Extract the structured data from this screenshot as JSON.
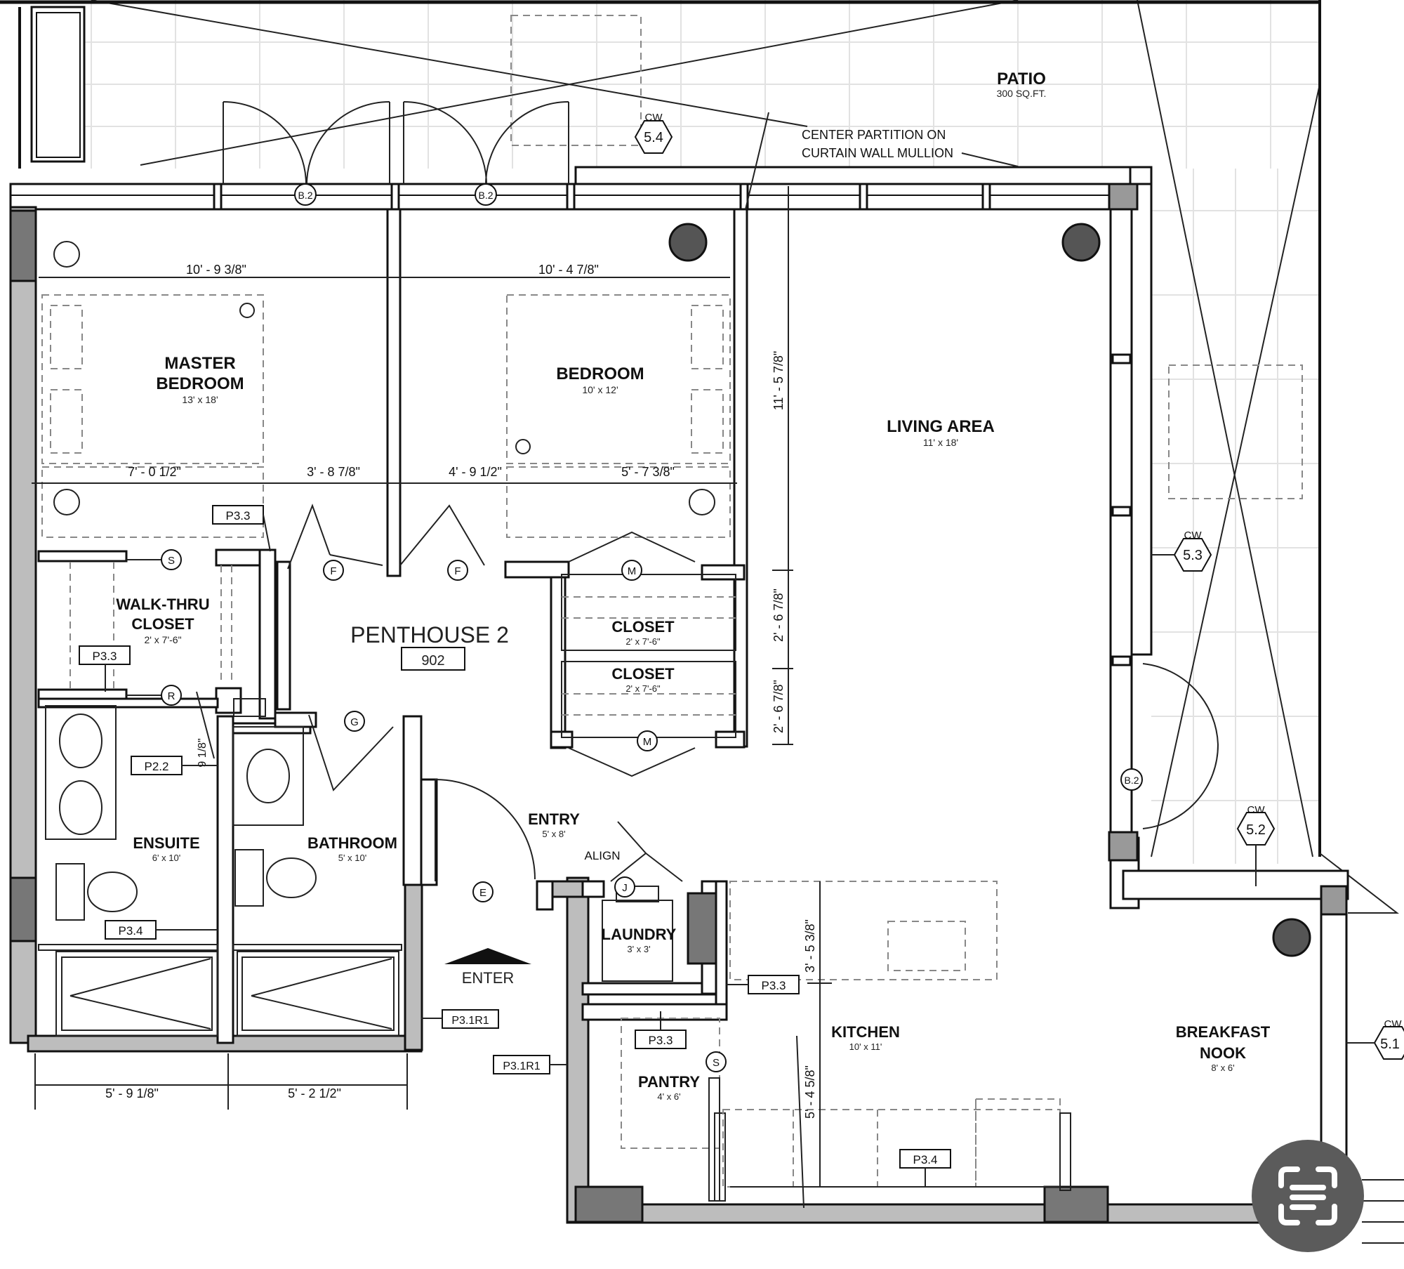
{
  "rooms": {
    "patio": {
      "name": "PATIO",
      "area": "300 SQ.FT."
    },
    "master_bedroom": {
      "name1": "MASTER",
      "name2": "BEDROOM",
      "size": "13' x 18'"
    },
    "bedroom": {
      "name": "BEDROOM",
      "size": "10' x 12'"
    },
    "living_area": {
      "name": "LIVING AREA",
      "size": "11' x 18'"
    },
    "walk_thru_closet": {
      "name1": "WALK-THRU",
      "name2": "CLOSET",
      "size": "2' x 7'-6\""
    },
    "penthouse": {
      "name": "PENTHOUSE 2",
      "number": "902"
    },
    "closet_upper": {
      "name": "CLOSET",
      "size": "2' x 7'-6\""
    },
    "closet_lower": {
      "name": "CLOSET",
      "size": "2' x 7'-6\""
    },
    "ensuite": {
      "name": "ENSUITE",
      "size": "6' x 10'"
    },
    "bathroom": {
      "name": "BATHROOM",
      "size": "5' x 10'"
    },
    "entry": {
      "name": "ENTRY",
      "size": "5' x 8'"
    },
    "laundry": {
      "name": "LAUNDRY",
      "size": "3' x 3'"
    },
    "kitchen": {
      "name": "KITCHEN",
      "size": "10' x 11'"
    },
    "pantry": {
      "name": "PANTRY",
      "size": "4' x 6'"
    },
    "breakfast_nook": {
      "name1": "BREAKFAST",
      "name2": "NOOK",
      "size": "8' x 6'"
    }
  },
  "dimensions": {
    "master_width": "10' - 9 3/8\"",
    "bedroom_width": "10' - 4 7/8\"",
    "d_7_0": "7' - 0 1/2\"",
    "d_3_8": "3' - 8 7/8\"",
    "d_4_9": "4' - 9 1/2\"",
    "d_5_7": "5' - 7 3/8\"",
    "d_11_5": "11' - 5 7/8\"",
    "d_2_6a": "2' - 6 7/8\"",
    "d_2_6b": "2' - 6 7/8\"",
    "d_9_1": "9 1/8\"",
    "d_5_9": "5' - 9 1/8\"",
    "d_5_2": "5' - 2 1/2\"",
    "d_3_5": "3' - 5 3/8\"",
    "d_5_4": "5' - 4 5/8\""
  },
  "notes": {
    "center_partition_1": "CENTER PARTITION ON",
    "center_partition_2": "CURTAIN WALL MULLION",
    "align": "ALIGN",
    "enter": "ENTER"
  },
  "tags": {
    "cw_label": "CW",
    "cw54": "5.4",
    "cw53": "5.3",
    "cw52": "5.2",
    "cw51": "5.1",
    "b2": "B.2",
    "p33": "P3.3",
    "p22": "P2.2",
    "p34": "P3.4",
    "p31r1": "P3.1R1",
    "S": "S",
    "R": "R",
    "F": "F",
    "G": "G",
    "M": "M",
    "E": "E",
    "J": "J"
  },
  "colors": {
    "line": "#111111",
    "wall_fill": "#bdbdbd",
    "grid": "#e2e2e2",
    "button": "#5b5b5b"
  },
  "icons": {
    "scan_button": "document-scan-icon"
  }
}
